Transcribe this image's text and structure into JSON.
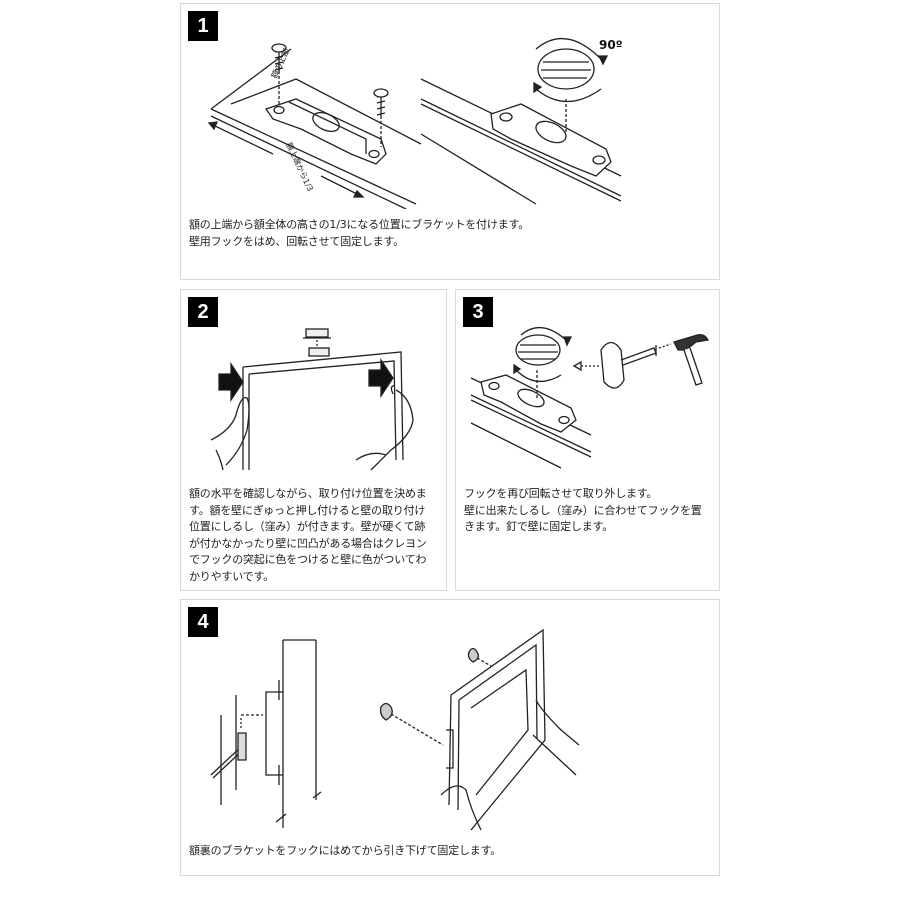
{
  "steps": [
    {
      "number": "1",
      "illustration": {
        "left_labels": [
          "額の上部",
          "額上端から1/3"
        ],
        "rotation_label": "90º"
      },
      "caption_lines": [
        "額の上端から額全体の高さの1/3になる位置にブラケットを付けます。",
        "壁用フックをはめ、回転させて固定します。"
      ]
    },
    {
      "number": "2",
      "caption_lines": [
        "額の水平を確認しながら、取り付け位置を決めま",
        "す。額を壁にぎゅっと押し付けると壁の取り付け",
        "位置にしるし（窪み）が付きます。壁が硬くて跡",
        "が付かなかったり壁に凹凸がある場合はクレヨン",
        "でフックの突起に色をつけると壁に色がついてわ",
        "かりやすいです。"
      ]
    },
    {
      "number": "3",
      "caption_lines": [
        "フックを再び回転させて取り外します。",
        "壁に出来たしるし（窪み）に合わせてフックを置",
        "きます。釘で壁に固定します。"
      ]
    },
    {
      "number": "4",
      "caption_lines": [
        "額裏のブラケットをフックにはめてから引き下げて固定します。"
      ]
    }
  ],
  "colors": {
    "badge_bg": "#000000",
    "badge_fg": "#ffffff",
    "panel_border": "#d9d9d9",
    "line_art": "#222222"
  }
}
